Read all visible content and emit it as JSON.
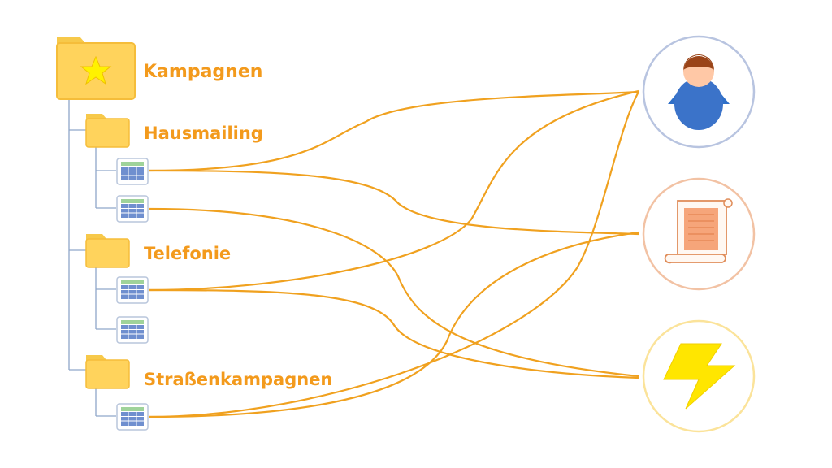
{
  "tree": {
    "root": {
      "label": "Kampagnen",
      "icon": "star-folder-icon"
    },
    "folders": [
      {
        "label": "Hausmailing",
        "icon": "folder-icon",
        "items": 2
      },
      {
        "label": "Telefonie",
        "icon": "folder-icon",
        "items": 2
      },
      {
        "label": "Straßenkampagnen",
        "icon": "folder-icon",
        "items": 1
      }
    ]
  },
  "targets": [
    {
      "icon": "person-icon"
    },
    {
      "icon": "document-scroll-icon"
    },
    {
      "icon": "lightning-icon"
    }
  ],
  "colors": {
    "accent": "#f39a1c",
    "connector": "#f0a11f",
    "folder_fill": "#ffd35c",
    "folder_stroke": "#f7c94a",
    "tree_line": "#8fa6c9"
  }
}
